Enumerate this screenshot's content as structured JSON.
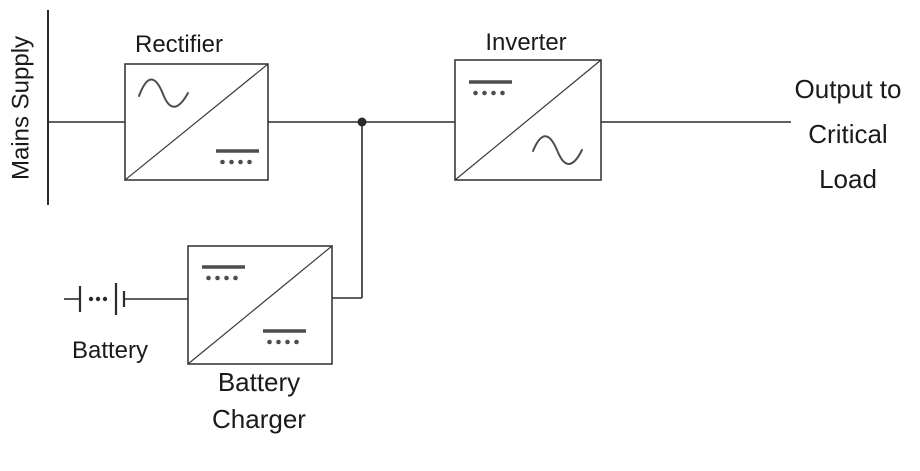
{
  "diagram": {
    "labels": {
      "mains_supply": "Mains Supply",
      "rectifier": "Rectifier",
      "inverter": "Inverter",
      "battery": "Battery",
      "battery_charger": [
        "Battery",
        "Charger"
      ],
      "output": [
        "Output to",
        "Critical",
        "Load"
      ]
    },
    "blocks": [
      {
        "name": "rectifier",
        "symbols": [
          "ac-sine-wave",
          "dc-symbol"
        ]
      },
      {
        "name": "inverter",
        "symbols": [
          "dc-symbol",
          "ac-sine-wave"
        ]
      },
      {
        "name": "battery-charger",
        "symbols": [
          "dc-symbol",
          "dc-symbol"
        ]
      }
    ],
    "colors": {
      "wire": "#2b2b2b",
      "box_border": "#3a3a3a",
      "symbol": "#4d4d4d",
      "text": "#1a1a1a",
      "background": "#ffffff"
    }
  }
}
